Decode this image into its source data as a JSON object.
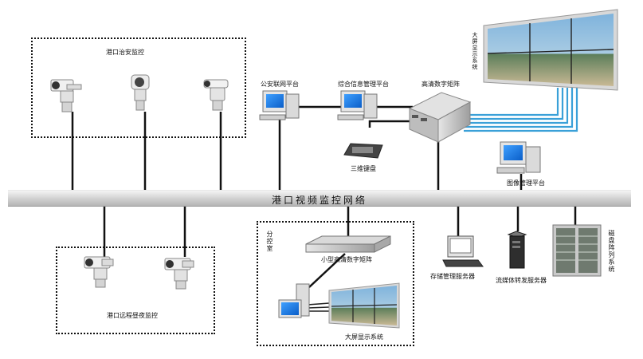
{
  "title": "港口视频监控网络",
  "groups": {
    "security": "港口治安监控",
    "night": "港口远程昼夜监控",
    "sub_control": "分控室"
  },
  "nodes": {
    "public_security": "公安联网平台",
    "info_mgmt": "综合信息管理平台",
    "hd_matrix": "高清数字矩阵",
    "big_screen_top": "大屏显示系统",
    "keyboard": "三维键盘",
    "image_mgmt": "图像管理平台",
    "small_matrix": "小型高清数字矩阵",
    "big_screen_bottom": "大屏显示系统",
    "storage": "存储管理服务器",
    "streaming": "流媒体转发服务器",
    "disk_array": "磁盘阵列系统"
  },
  "colors": {
    "line": "#111111",
    "fiber": "#3aa0d8",
    "screen": "#2a7fd4",
    "bus": "#c8c8c8"
  }
}
